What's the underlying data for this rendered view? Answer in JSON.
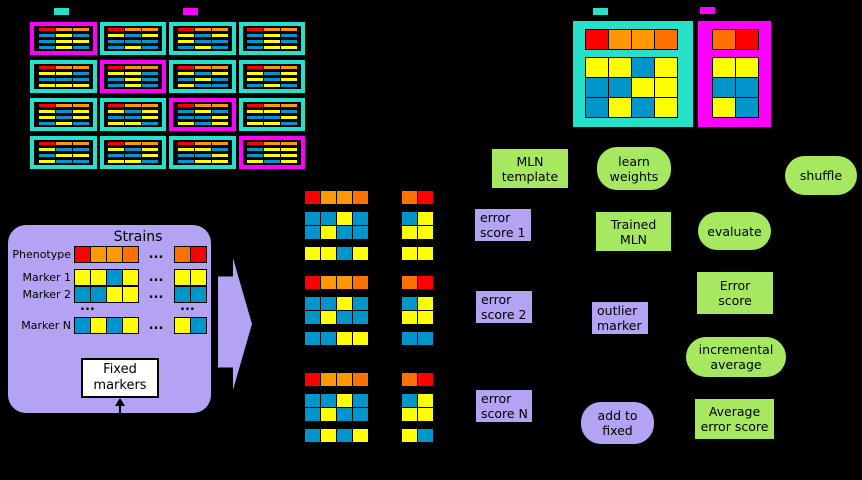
{
  "colors": {
    "background": "#000000",
    "cyan": "#25E1C9",
    "magenta": "#FF00FF",
    "red": "#FF0000",
    "orange": "#FF9800",
    "dark_orange": "#FF7000",
    "blue": "#0096CC",
    "yellow": "#FFFF00",
    "green": "#A6E960",
    "purple": "#B4A3F2",
    "white": "#FFFFFF"
  },
  "legend": {
    "top_left": [
      {
        "color": "cyan"
      },
      {
        "color": "magenta"
      }
    ],
    "top_right": [
      {
        "color": "cyan"
      },
      {
        "color": "magenta"
      }
    ]
  },
  "top_left_panel": {
    "tables": [
      {
        "border": "magenta",
        "cells": [
          [
            "R",
            "O",
            "O"
          ],
          [
            "B",
            "Y",
            "B"
          ],
          [
            "B",
            "Y",
            "Y"
          ],
          [
            "B",
            "Y",
            "B"
          ]
        ]
      },
      {
        "border": "cyan",
        "cells": [
          [
            "R",
            "O",
            "O"
          ],
          [
            "Y",
            "B",
            "Y"
          ],
          [
            "B",
            "B",
            "B"
          ],
          [
            "B",
            "Y",
            "B"
          ]
        ]
      },
      {
        "border": "cyan",
        "cells": [
          [
            "R",
            "O",
            "O"
          ],
          [
            "Y",
            "B",
            "Y"
          ],
          [
            "Y",
            "B",
            "B"
          ],
          [
            "B",
            "Y",
            "B"
          ]
        ]
      },
      {
        "border": "cyan",
        "cells": [
          [
            "R",
            "O",
            "O"
          ],
          [
            "B",
            "Y",
            "B"
          ],
          [
            "B",
            "Y",
            "B"
          ],
          [
            "B",
            "Y",
            "Y"
          ]
        ]
      },
      {
        "border": "cyan",
        "cells": [
          [
            "R",
            "O",
            "O"
          ],
          [
            "Y",
            "Y",
            "B"
          ],
          [
            "B",
            "B",
            "B"
          ],
          [
            "Y",
            "Y",
            "Y"
          ]
        ]
      },
      {
        "border": "magenta",
        "cells": [
          [
            "R",
            "O",
            "O"
          ],
          [
            "Y",
            "Y",
            "B"
          ],
          [
            "B",
            "Y",
            "B"
          ],
          [
            "B",
            "Y",
            "B"
          ]
        ]
      },
      {
        "border": "cyan",
        "cells": [
          [
            "R",
            "O",
            "O"
          ],
          [
            "Y",
            "B",
            "Y"
          ],
          [
            "B",
            "Y",
            "B"
          ],
          [
            "Y",
            "B",
            "B"
          ]
        ]
      },
      {
        "border": "cyan",
        "cells": [
          [
            "R",
            "O",
            "O"
          ],
          [
            "Y",
            "B",
            "Y"
          ],
          [
            "Y",
            "B",
            "Y"
          ],
          [
            "B",
            "Y",
            "B"
          ]
        ]
      },
      {
        "border": "cyan",
        "cells": [
          [
            "R",
            "O",
            "O"
          ],
          [
            "Y",
            "B",
            "Y"
          ],
          [
            "Y",
            "B",
            "Y"
          ],
          [
            "B",
            "Y",
            "B"
          ]
        ]
      },
      {
        "border": "cyan",
        "cells": [
          [
            "R",
            "O",
            "O"
          ],
          [
            "Y",
            "B",
            "Y"
          ],
          [
            "B",
            "B",
            "Y"
          ],
          [
            "Y",
            "Y",
            "B"
          ]
        ]
      },
      {
        "border": "magenta",
        "cells": [
          [
            "R",
            "O",
            "O"
          ],
          [
            "B",
            "Y",
            "B"
          ],
          [
            "B",
            "B",
            "Y"
          ],
          [
            "Y",
            "B",
            "Y"
          ]
        ]
      },
      {
        "border": "cyan",
        "cells": [
          [
            "R",
            "O",
            "O"
          ],
          [
            "Y",
            "Y",
            "B"
          ],
          [
            "B",
            "B",
            "Y"
          ],
          [
            "Y",
            "Y",
            "B"
          ]
        ]
      },
      {
        "border": "cyan",
        "cells": [
          [
            "R",
            "O",
            "O"
          ],
          [
            "Y",
            "B",
            "B"
          ],
          [
            "B",
            "Y",
            "Y"
          ],
          [
            "Y",
            "B",
            "B"
          ]
        ]
      },
      {
        "border": "cyan",
        "cells": [
          [
            "R",
            "O",
            "O"
          ],
          [
            "Y",
            "B",
            "Y"
          ],
          [
            "B",
            "B",
            "Y"
          ],
          [
            "Y",
            "Y",
            "B"
          ]
        ]
      },
      {
        "border": "cyan",
        "cells": [
          [
            "R",
            "O",
            "O"
          ],
          [
            "Y",
            "Y",
            "B"
          ],
          [
            "B",
            "B",
            "Y"
          ],
          [
            "B",
            "Y",
            "Y"
          ]
        ]
      },
      {
        "border": "magenta",
        "cells": [
          [
            "R",
            "O",
            "O"
          ],
          [
            "B",
            "Y",
            "Y"
          ],
          [
            "B",
            "Y",
            "Y"
          ],
          [
            "Y",
            "B",
            "Y"
          ]
        ]
      }
    ]
  },
  "top_right_panel": {
    "train_table": {
      "border": "cyan",
      "phenotype": [
        "R",
        "O",
        "O",
        "D"
      ],
      "markers": [
        [
          "Y",
          "Y",
          "B",
          "Y"
        ],
        [
          "B",
          "B",
          "Y",
          "Y"
        ],
        [
          "B",
          "Y",
          "B",
          "Y"
        ]
      ]
    },
    "test_table": {
      "border": "magenta",
      "phenotype": [
        "D",
        "R"
      ],
      "markers": [
        [
          "Y",
          "Y"
        ],
        [
          "B",
          "B"
        ],
        [
          "Y",
          "B"
        ]
      ]
    }
  },
  "strains_panel": {
    "color": "purple",
    "title": "Strains",
    "rows": [
      {
        "label": "Phenotype",
        "cells": [
          "R",
          "O",
          "O",
          "D"
        ],
        "dots": "...",
        "tail": [
          "D",
          "R"
        ]
      },
      {
        "label": "Marker 1",
        "cells": [
          "Y",
          "Y",
          "B",
          "Y"
        ],
        "dots": "...",
        "tail": [
          "Y",
          "Y"
        ]
      },
      {
        "label": "Marker 2",
        "cells": [
          "B",
          "B",
          "Y",
          "Y"
        ],
        "dots": "...",
        "tail": [
          "B",
          "B"
        ]
      },
      {
        "label": "Marker N",
        "cells": [
          "B",
          "Y",
          "B",
          "Y"
        ],
        "dots": "...",
        "tail": [
          "Y",
          "B"
        ]
      }
    ],
    "ellipsis_row": {
      "left": "...",
      "right": "..."
    },
    "fixed_markers": {
      "lines": [
        "Fixed",
        "markers"
      ]
    }
  },
  "flow_arrow": {
    "color": "purple"
  },
  "folds": [
    {
      "train": [
        [
          "R",
          "O",
          "O",
          "D"
        ],
        [
          "B",
          "B",
          "Y",
          "B"
        ],
        [
          "B",
          "Y",
          "B",
          "B"
        ],
        [
          "Y",
          "Y",
          "B",
          "Y"
        ]
      ],
      "test": [
        [
          "D",
          "R"
        ],
        [
          "B",
          "Y"
        ],
        [
          "Y",
          "Y"
        ],
        [
          "Y",
          "Y"
        ]
      ]
    },
    {
      "train": [
        [
          "R",
          "O",
          "O",
          "D"
        ],
        [
          "B",
          "B",
          "Y",
          "B"
        ],
        [
          "B",
          "Y",
          "B",
          "B"
        ],
        [
          "B",
          "B",
          "Y",
          "Y"
        ]
      ],
      "test": [
        [
          "D",
          "R"
        ],
        [
          "B",
          "Y"
        ],
        [
          "Y",
          "Y"
        ],
        [
          "B",
          "B"
        ]
      ]
    },
    {
      "train": [
        [
          "R",
          "O",
          "O",
          "D"
        ],
        [
          "B",
          "B",
          "Y",
          "B"
        ],
        [
          "B",
          "Y",
          "B",
          "B"
        ],
        [
          "B",
          "Y",
          "B",
          "Y"
        ]
      ],
      "test": [
        [
          "D",
          "R"
        ],
        [
          "B",
          "Y"
        ],
        [
          "Y",
          "Y"
        ],
        [
          "Y",
          "B"
        ]
      ]
    }
  ],
  "nodes": {
    "mln_template": {
      "color": "green",
      "lines": [
        "MLN",
        "template"
      ]
    },
    "learn_weights": {
      "color": "green",
      "lines": [
        "learn",
        "weights"
      ]
    },
    "shuffle": {
      "color": "green",
      "lines": [
        "shuffle"
      ]
    },
    "error_score_1": {
      "color": "purple",
      "lines": [
        "error",
        "score 1"
      ]
    },
    "trained_mln": {
      "color": "green",
      "lines": [
        "Trained",
        "MLN"
      ]
    },
    "evaluate": {
      "color": "green",
      "lines": [
        "evaluate"
      ]
    },
    "error_score_box": {
      "color": "green",
      "lines": [
        "Error",
        "score"
      ]
    },
    "error_score_2": {
      "color": "purple",
      "lines": [
        "error",
        "score 2"
      ]
    },
    "outlier_marker": {
      "color": "purple",
      "lines": [
        "outlier",
        "marker"
      ]
    },
    "incremental_average": {
      "color": "green",
      "lines": [
        "incremental",
        "average"
      ]
    },
    "error_score_n": {
      "color": "purple",
      "lines": [
        "error",
        "score N"
      ]
    },
    "add_to_fixed": {
      "color": "purple",
      "lines": [
        "add to",
        "fixed"
      ]
    },
    "average_error_score": {
      "color": "green",
      "lines": [
        "Average",
        "error score"
      ]
    }
  }
}
